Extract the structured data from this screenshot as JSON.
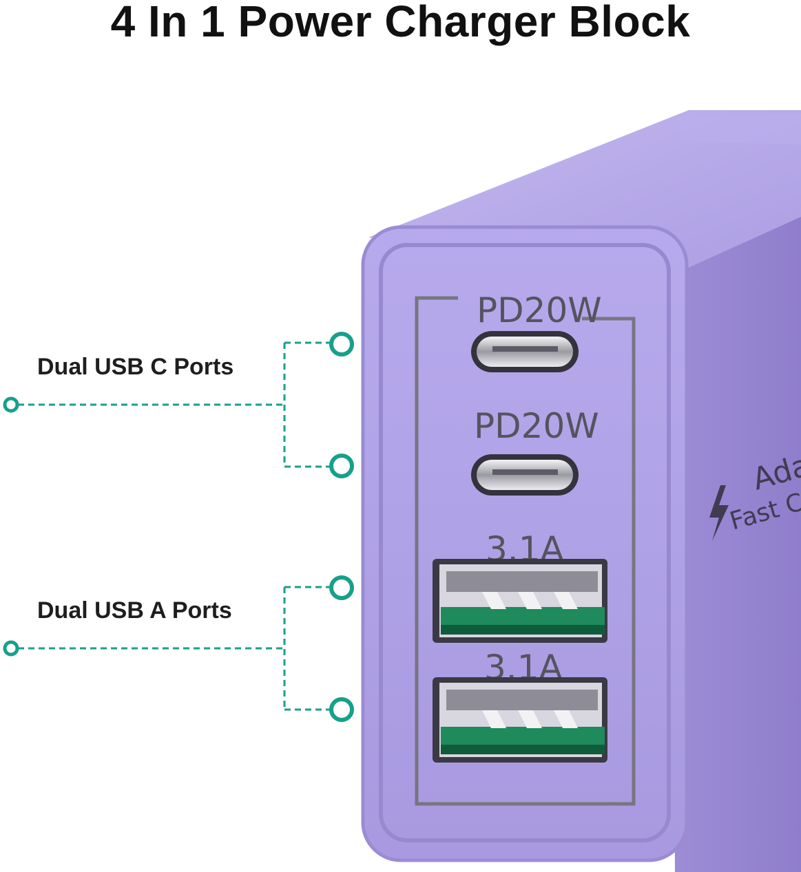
{
  "title": "4 In 1 Power Charger Block",
  "callouts": {
    "usb_c": "Dual USB C Ports",
    "usb_a": "Dual USB A Ports"
  },
  "ports": [
    {
      "label": "PD20W",
      "type": "usb-c"
    },
    {
      "label": "PD20W",
      "type": "usb-c"
    },
    {
      "label": "3.1A",
      "type": "usb-a"
    },
    {
      "label": "3.1A",
      "type": "usb-a"
    }
  ],
  "side_text": {
    "line1": "Ada",
    "line2": "Fast Ch"
  },
  "colors": {
    "body_purple": "#a392dc",
    "face_purple": "#b1a3e8",
    "accent_teal": "#17a08a",
    "port_green": "#1f8a5c"
  }
}
